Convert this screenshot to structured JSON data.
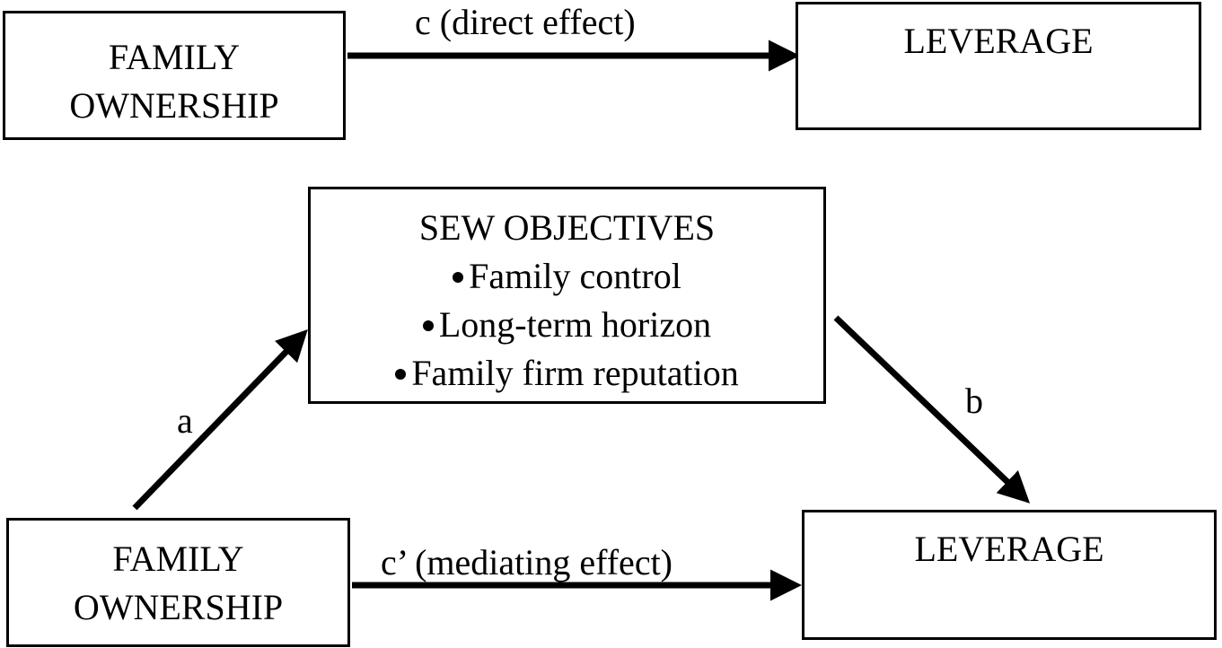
{
  "top_model": {
    "cause_box": {
      "lines": [
        "FAMILY",
        "OWNERSHIP"
      ]
    },
    "outcome_box": {
      "lines": [
        "LEVERAGE"
      ]
    },
    "direct_path_label": "c (direct effect)"
  },
  "bottom_model": {
    "mediator_box": {
      "title": "SEW OBJECTIVES",
      "items": [
        "Family control",
        "Long-term horizon",
        "Family firm reputation"
      ]
    },
    "cause_box": {
      "lines": [
        "FAMILY",
        "OWNERSHIP"
      ]
    },
    "outcome_box": {
      "lines": [
        "LEVERAGE"
      ]
    },
    "path_a_label": "a",
    "path_b_label": "b",
    "mediating_path_label": "c’ (mediating effect)"
  },
  "colors": {
    "stroke": "#000000",
    "background": "#ffffff"
  }
}
